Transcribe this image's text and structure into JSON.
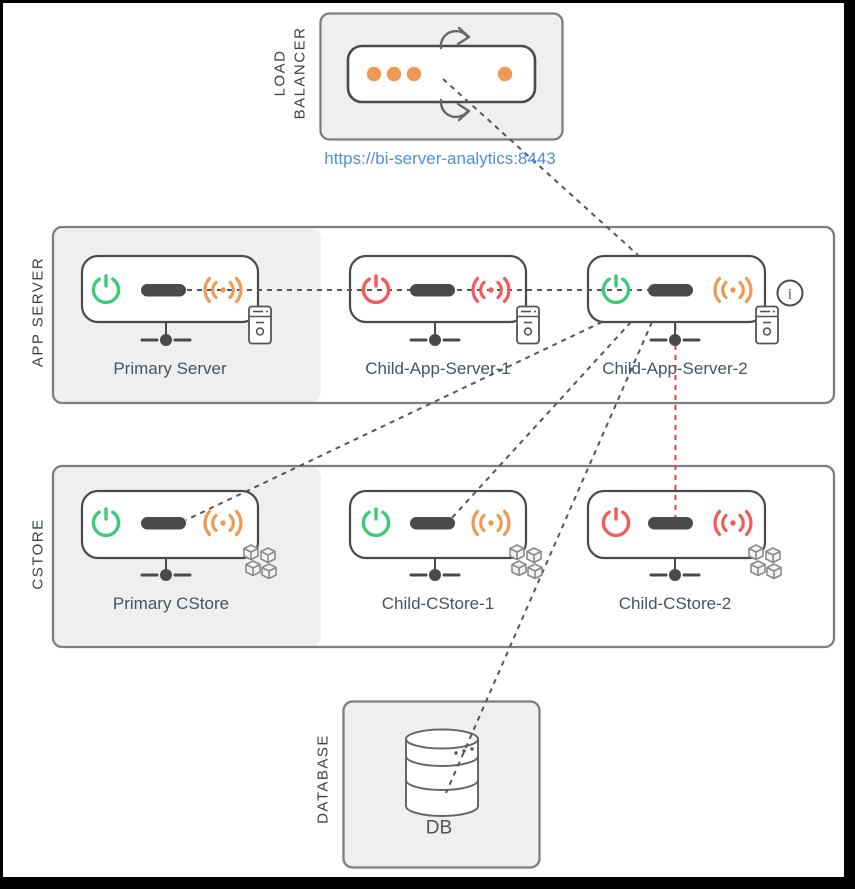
{
  "load_balancer": {
    "section_label": "LOAD\nBALANCER",
    "url": "https://bi-server-analytics:8443",
    "dot_color": "#EE9A54"
  },
  "sections": {
    "app_server_label": "APP SERVER",
    "cstore_label": "CSTORE",
    "database_label": "DATABASE"
  },
  "database": {
    "label": "DB"
  },
  "info_icon_glyph": "i",
  "nodes": [
    {
      "id": "primary-server",
      "label": "Primary Server",
      "power_color": "#3ECB77",
      "signal_color": "#EE9A54"
    },
    {
      "id": "child-app-server-1",
      "label": "Child-App-Server-1",
      "power_color": "#F15B5B",
      "signal_color": "#F15B5B"
    },
    {
      "id": "child-app-server-2",
      "label": "Child-App-Server-2",
      "power_color": "#3ECB77",
      "signal_color": "#EE9A54"
    },
    {
      "id": "primary-cstore",
      "label": "Primary CStore",
      "power_color": "#3ECB77",
      "signal_color": "#EE9A54"
    },
    {
      "id": "child-cstore-1",
      "label": "Child-CStore-1",
      "power_color": "#3ECB77",
      "signal_color": "#EE9A54"
    },
    {
      "id": "child-cstore-2",
      "label": "Child-CStore-2",
      "power_color": "#F15B5B",
      "signal_color": "#F15B5B"
    }
  ],
  "connections": [
    {
      "from": "load-balancer",
      "to": "child-app-server-2",
      "style": "dashed",
      "color": "#575757"
    },
    {
      "from": "primary-server",
      "to": "child-app-server-1",
      "style": "dashed",
      "color": "#575757"
    },
    {
      "from": "child-app-server-1",
      "to": "child-app-server-2",
      "style": "dashed",
      "color": "#575757"
    },
    {
      "from": "child-app-server-2",
      "to": "primary-cstore",
      "style": "dashed",
      "color": "#575757"
    },
    {
      "from": "child-app-server-2",
      "to": "child-cstore-1",
      "style": "dashed",
      "color": "#575757"
    },
    {
      "from": "child-app-server-2",
      "to": "db",
      "style": "dashed",
      "color": "#575757"
    },
    {
      "from": "child-app-server-2",
      "to": "child-cstore-2",
      "style": "dashed",
      "color": "#E8403C"
    }
  ],
  "colors": {
    "power_on": "#3ECB77",
    "power_off": "#F15B5B",
    "signal_warn": "#EE9A54",
    "signal_error": "#F15B5B",
    "server_bar": "#4A4A4A",
    "link_line": "#575757",
    "alert_line": "#E8403C",
    "url_text": "#4E90D9",
    "section_fill": "#EFEFEF"
  }
}
